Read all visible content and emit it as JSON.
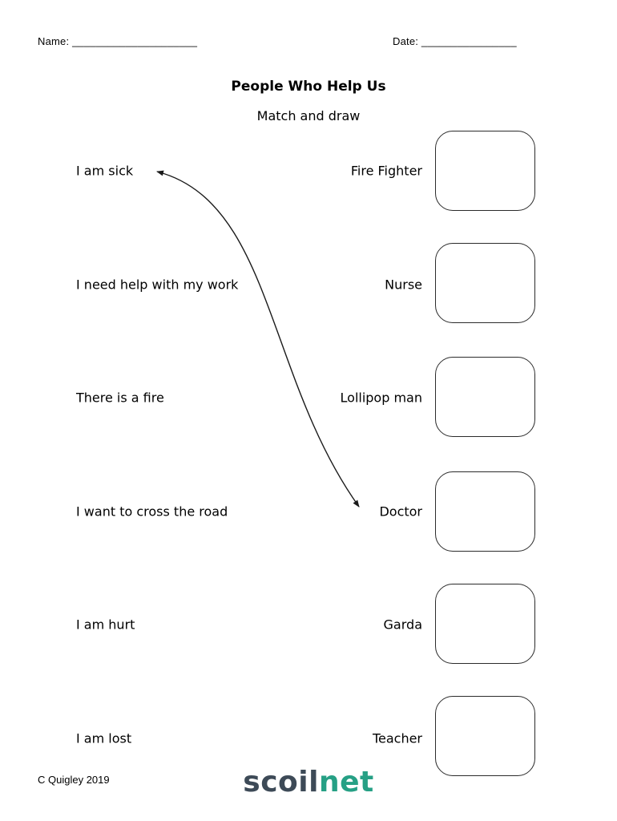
{
  "header": {
    "name_label": "Name: _____________________",
    "date_label": "Date: ________________"
  },
  "title": "People Who Help Us",
  "subtitle": "Match and draw",
  "rows": [
    {
      "prompt": "I am sick",
      "helper": "Fire Fighter"
    },
    {
      "prompt": "I need help with my work",
      "helper": "Nurse"
    },
    {
      "prompt": "There is a fire",
      "helper": "Lollipop man"
    },
    {
      "prompt": "I want to cross the road",
      "helper": "Doctor"
    },
    {
      "prompt": "I am hurt",
      "helper": "Garda"
    },
    {
      "prompt": "I am lost",
      "helper": "Teacher"
    }
  ],
  "drawn_connection": {
    "from_prompt": "I am sick",
    "to_helper": "Doctor"
  },
  "footer": {
    "credit": "C Quigley 2019",
    "logo_part1": "scoil",
    "logo_part2": "net",
    "logo_color1": "#3d4a57",
    "logo_color2": "#26a085"
  }
}
